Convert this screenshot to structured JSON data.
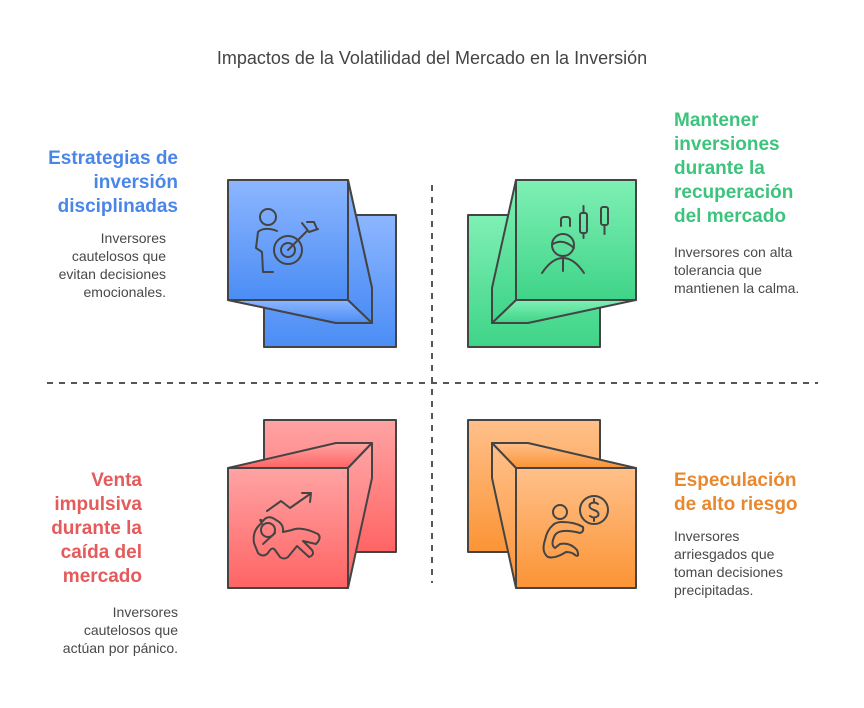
{
  "title": "Impactos de la Volatilidad del Mercado en la Inversión",
  "colors": {
    "blue": "#4a86e8",
    "green": "#3cc47c",
    "red": "#e55a5a",
    "orange": "#e8882f",
    "text": "#444444",
    "stroke": "#444444"
  },
  "quadrants": {
    "top_left": {
      "heading_lines": [
        "Estrategias de",
        "inversión",
        "disciplinadas"
      ],
      "description_lines": [
        "Inversores",
        "cautelosos que",
        "evitan decisiones",
        "emocionales."
      ],
      "icon": "person-target-icon",
      "color": "#4a86e8"
    },
    "top_right": {
      "heading_lines": [
        "Mantener",
        "inversiones",
        "durante la",
        "recuperación",
        "del mercado"
      ],
      "description_lines": [
        "Inversores con alta",
        "tolerancia que",
        "mantienen la calma."
      ],
      "icon": "investor-candlestick-icon",
      "color": "#3cc47c"
    },
    "bottom_left": {
      "heading_lines": [
        "Venta",
        "impulsiva",
        "durante la",
        "caída del",
        "mercado"
      ],
      "description_lines": [
        "Inversores",
        "cautelosos que",
        "actúan por pánico."
      ],
      "icon": "person-trend-panic-icon",
      "color": "#e55a5a"
    },
    "bottom_right": {
      "heading_lines": [
        "Especulación",
        "de alto riesgo"
      ],
      "description_lines": [
        "Inversores",
        "arriesgados que",
        "toman decisiones",
        "precipitadas."
      ],
      "icon": "person-dollar-icon",
      "color": "#e8882f"
    }
  }
}
